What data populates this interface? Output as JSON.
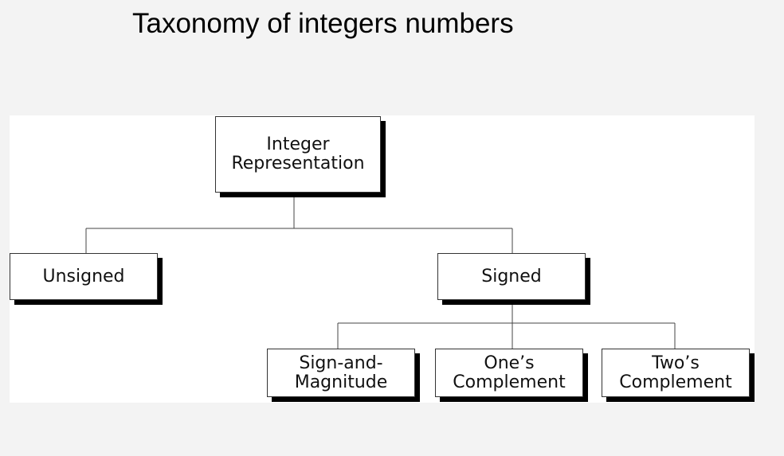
{
  "title": "Taxonomy of integers numbers",
  "tree": {
    "root": "Integer\nRepresentation",
    "unsigned": "Unsigned",
    "signed": "Signed",
    "sign_and_magnitude": "Sign-and-\nMagnitude",
    "ones_complement": "One’s\nComplement",
    "twos_complement": "Two’s\nComplement"
  }
}
